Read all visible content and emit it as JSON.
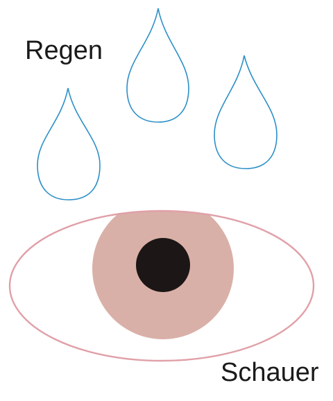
{
  "labels": {
    "top": "Regen",
    "bottom": "Schauer"
  },
  "colors": {
    "drop_stroke": "#2b8fc8",
    "eye_outline": "#e0a0a8",
    "iris": "#d9b0a8",
    "pupil": "#1c1616",
    "text": "#1a1a1a",
    "background": "#ffffff"
  },
  "icons": {
    "drop": "raindrop-outline",
    "eye": "eye"
  }
}
